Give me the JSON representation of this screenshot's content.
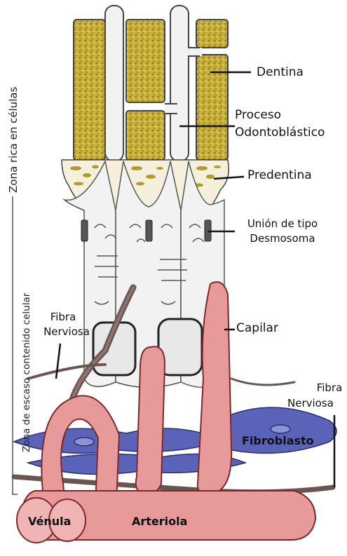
{
  "labels": {
    "dentina": "Dentina",
    "proceso_line1": "Proceso",
    "proceso_line2": "Odontoblástico",
    "predentina": "Predentina",
    "union_line1": "Unión de tipo",
    "union_line2": "Desmosoma",
    "capilar": "Capilar",
    "fibra_left_line1": "Fibra",
    "fibra_left_line2": "Nerviosa",
    "fibra_right_line1": "Fibra",
    "fibra_right_line2": "Nerviosa",
    "fibroblasto": "Fibroblasto",
    "venula": "Vénula",
    "arteriola": "Arteriola",
    "zona_rica": "Zona rica en células",
    "zona_escaso": "Zona de escaso contenido celular"
  },
  "colors": {
    "dentin": "#c2a834",
    "vessel": "#e89a9a",
    "fibroblast": "#5a63b8",
    "nerve": "#6b5552",
    "cell": "#f2f2f2"
  }
}
